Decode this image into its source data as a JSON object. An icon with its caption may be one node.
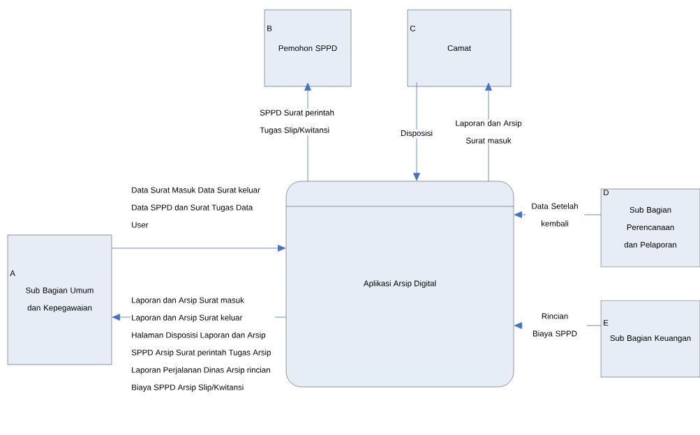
{
  "diagram": {
    "nodes": [
      {
        "text": [
          "A",
          "Sub Bagian Umum dan Kepegawaian"
        ]
      },
      {
        "text": [
          "B",
          "Pemohon SPPD"
        ]
      },
      {
        "text": [
          "C",
          "Camat"
        ]
      },
      {
        "text": [
          "Aplikasi Arsip Digital"
        ]
      },
      {
        "text": [
          "D",
          "Sub Bagian Perencanaan dan Pelaporan"
        ]
      },
      {
        "text": [
          "E",
          "Sub Bagian Keuangan"
        ]
      }
    ],
    "edges": [
      {
        "from": 0,
        "to": 3,
        "arrow": "to",
        "label": "Data Surat Masuk Data Surat keluar Data SPPD dan Surat Tugas Data User"
      },
      {
        "from": 3,
        "to": 0,
        "arrow": "to",
        "label": "Laporan dan Arsip Surat masuk Laporan dan Arsip Surat keluar Halaman Disposisi Laporan dan Arsip SPPD Arsip Surat perintah Tugas Arsip Laporan Perjalanan Dinas Arsip rincian Biaya SPPD Arsip Slip/Kwitansi"
      },
      {
        "from": 3,
        "to": 1,
        "arrow": "to",
        "label": "SPPD Surat perintah Tugas Slip/Kwitansi"
      },
      {
        "from": 2,
        "to": 3,
        "arrow": "to",
        "label": "Disposisi"
      },
      {
        "from": 3,
        "to": 2,
        "arrow": "to",
        "label": "Laporan dan Arsip Surat masuk"
      },
      {
        "from": 4,
        "to": 3,
        "arrow": "to",
        "label": "Data Setelah kembali"
      },
      {
        "from": 5,
        "to": 3,
        "arrow": "to",
        "label": "Rincian Biaya SPPD"
      }
    ]
  }
}
